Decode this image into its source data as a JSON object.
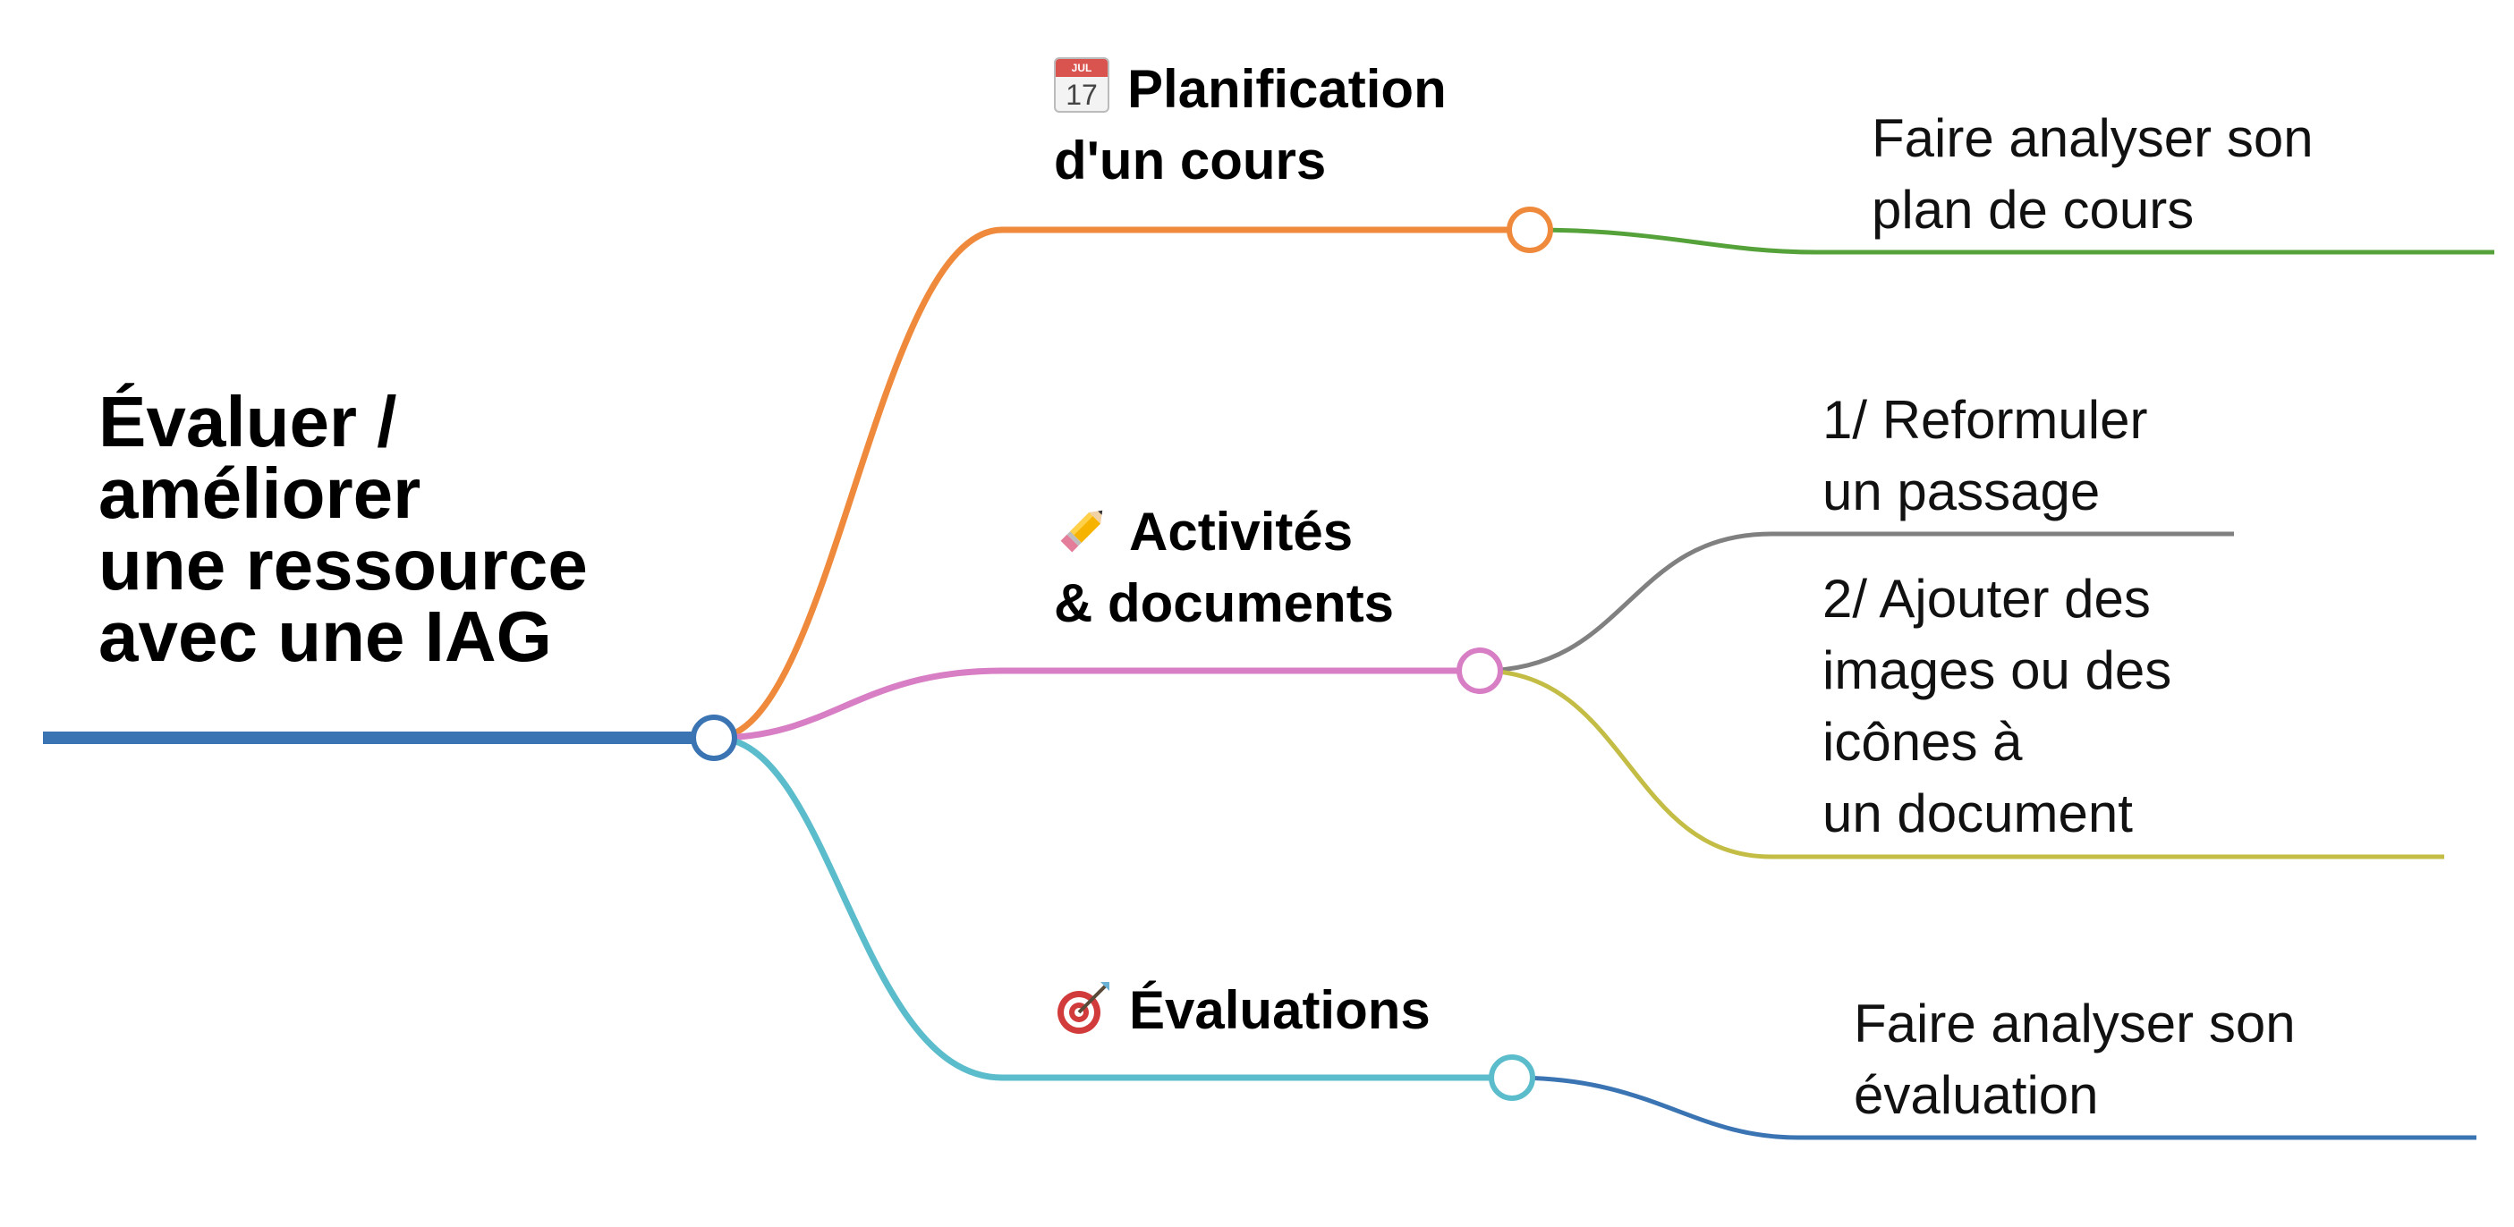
{
  "root": {
    "lines": [
      "Évaluer /",
      "améliorer",
      "une ressource",
      "avec une IAG"
    ],
    "color": "#3b74b3"
  },
  "branches": [
    {
      "icon": "calendar-icon",
      "icon_text": {
        "month": "JUL",
        "day": "17"
      },
      "lines": [
        "Planification",
        "d'un cours"
      ],
      "color": "#ef8a3c",
      "leaves": [
        {
          "lines": [
            "Faire analyser son",
            "plan de cours"
          ],
          "color": "#55a13a"
        }
      ]
    },
    {
      "icon": "pencil-icon",
      "lines": [
        "Activités",
        "& documents"
      ],
      "color": "#d77ec4",
      "leaves": [
        {
          "lines": [
            "1/ Reformuler",
            "un passage"
          ],
          "color": "#808080"
        },
        {
          "lines": [
            "2/ Ajouter des",
            "images ou des",
            "icônes à",
            "un document"
          ],
          "color": "#c4bd45"
        }
      ]
    },
    {
      "icon": "target-icon",
      "lines": [
        "Évaluations"
      ],
      "color": "#5bbccb",
      "leaves": [
        {
          "lines": [
            "Faire analyser son",
            "évaluation"
          ],
          "color": "#3b74b3"
        }
      ]
    }
  ]
}
